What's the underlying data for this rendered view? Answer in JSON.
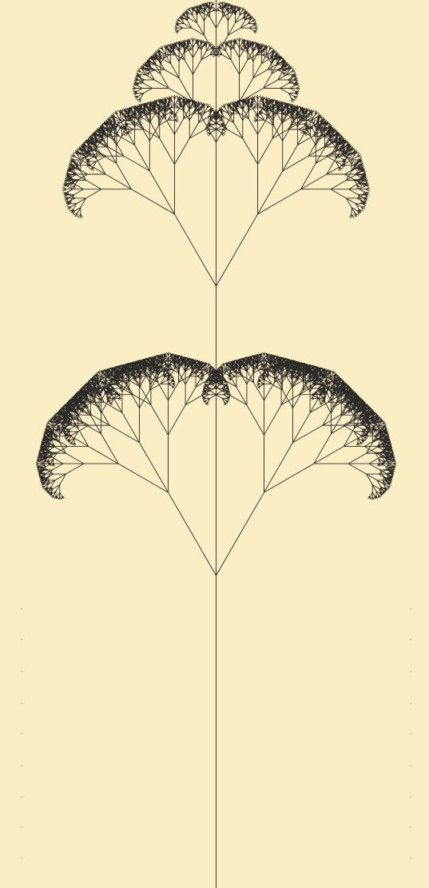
{
  "colors": {
    "background": "#FCEEC4",
    "stroke": "#2B2A27",
    "dots": "#8E8A7E"
  },
  "fractal": {
    "kind": "binary-branching-tree",
    "depth": 11,
    "branch_angle_deg": 30,
    "length_ratio": 0.6
  }
}
